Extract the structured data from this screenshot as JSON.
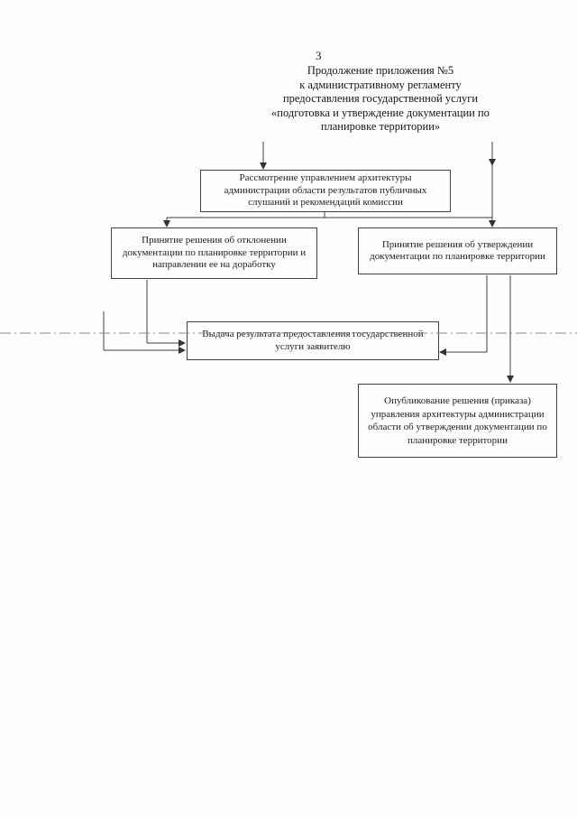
{
  "page": {
    "number": "3"
  },
  "header": {
    "lines": [
      "Продолжение приложения №5",
      "к административному регламенту",
      "предоставления государственной услуги",
      "«подготовка и утверждение документации по",
      "планировке территории»"
    ]
  },
  "flowchart": {
    "boxes": {
      "review": "Рассмотрение управлением архитектуры администрации области результатов публичных слушаний и рекомендаций комиссии",
      "reject": "Принятие решения об отклонении документации по планировке территории и направлении ее на доработку",
      "approve": "Принятие решения об утверждении документации по планировке территории",
      "issue": "Выдача результата предоставления государственной услуги заявителю",
      "publish": "Опубликование решения (приказа) управления архитектуры администрации области об утверждении документации по планировке территории"
    },
    "colors": {
      "ink": "#1d1d1d",
      "line": "#3f3f3f",
      "divider": "#8b8b8b",
      "paper": "#fdfdfc"
    }
  }
}
